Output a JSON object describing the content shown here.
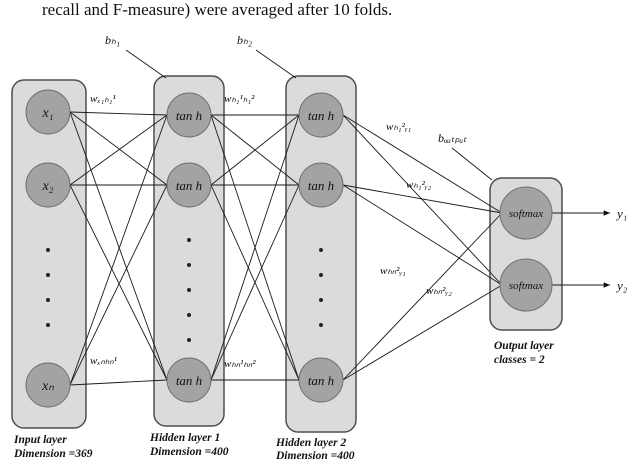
{
  "page": {
    "top_text": "recall and F-measure) were averaged after 10 folds."
  },
  "layers": {
    "input": {
      "caption_line1": "Input layer",
      "caption_line2": "Dimension =369",
      "nodes": [
        "x₁",
        "x₂",
        "xₙ"
      ]
    },
    "hidden1": {
      "caption_line1": "Hidden layer 1",
      "caption_line2": "Dimension =400",
      "node_label": "tan h"
    },
    "hidden2": {
      "caption_line1": "Hidden layer 2",
      "caption_line2": "Dimension =400",
      "node_label": "tan h"
    },
    "output": {
      "caption_line1": "Output layer",
      "caption_line2": "classes = 2",
      "node_label": "softmax"
    }
  },
  "biases": {
    "b_h1": "bₕ₁",
    "b_h2": "bₕ₂",
    "b_output": "bₒᵤₜₚᵤₜ"
  },
  "weights": {
    "w_x1h1": "wₓ₁ₕ₁¹",
    "w_h11h12": "wₕ₁¹ₕ₁²",
    "w_h12y1": "wₕ₁²ᵧ₁",
    "w_h12y2": "wₕ₁²ᵧ₂",
    "w_xnhn1": "wₓₙₕₙ¹",
    "w_hn1hn2": "wₕₙ¹ₕₙ²",
    "w_hn2y1": "wₕₙ²ᵧ₁",
    "w_hn2y2": "wₕₙ²ᵧ₂"
  },
  "outputs": {
    "y1": "y₁",
    "y2": "y₂"
  },
  "colors": {
    "layer_fill": "#dbdbdb",
    "layer_border": "#4f4f4f",
    "node_fill": "#a3a3a3",
    "line": "#1a1a1a"
  }
}
